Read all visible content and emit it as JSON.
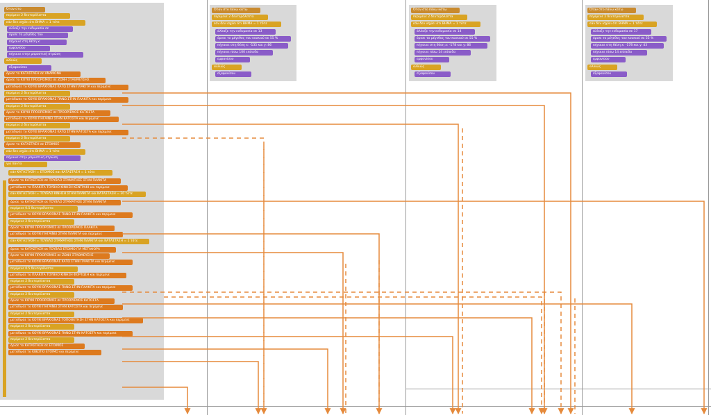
{
  "colors": {
    "wire": "#e58a3c",
    "events": "#c98a2e",
    "control": "#d9a323",
    "looks": "#8a5cc8",
    "data": "#dd7a1e",
    "operator": "#58a832",
    "panel": "#d9d9d9"
  },
  "main_script": {
    "rows": [
      {
        "label": "Όταν στο",
        "cat": "events"
      },
      {
        "label": "περίμενε 2 δευτερόλεπτα",
        "cat": "control"
      },
      {
        "label": "εάν δεν ισχύει ότι ΒΗΜΑ = 1 τότε",
        "cat": "control"
      },
      {
        "label": "άλλαξε την ενδυμασία σε",
        "cat": "looks"
      },
      {
        "label": "όρισε το μέγεθος του",
        "cat": "looks"
      },
      {
        "label": "πήγαινε στη θέση x:",
        "cat": "looks"
      },
      {
        "label": "εμφανίσου",
        "cat": "looks"
      },
      {
        "label": "πήγαινε στην μπροστινή στρώση",
        "cat": "looks"
      },
      {
        "label": "αλλιώς",
        "cat": "control"
      },
      {
        "label": "εξαφανίσου",
        "cat": "looks"
      },
      {
        "label": "όρισε το ΚΑΤΑΣΤΑΣΗ σε ΑΝΑΜΟΝΗ",
        "cat": "data"
      },
      {
        "label": "όρισε το ΚΟΥΚΙ ΠΡΟΟΡΙΣΜΟΣ σε ΖΩΝΗ ΣΤΑΘΜΕΥΣΗΣ",
        "cat": "data"
      },
      {
        "label": "μετάδωσε το ΚΟΥΚΙ ΒΡΑΧΙΟΝΑΣ ΚΑΤΩ ΣΤΗΝ ΠΛΑΚΙΤΑ και περίμενε",
        "cat": "data"
      },
      {
        "label": "περίμενε 2 δευτερόλεπτα",
        "cat": "control"
      },
      {
        "label": "μετάδωσε το ΚΟΥΚΙ ΒΡΑΧΙΟΝΑΣ ΠΑΝΩ ΣΤΗΝ ΠΛΑΚΙΤΑ και περίμενε",
        "cat": "data"
      },
      {
        "label": "περίμενε 2 δευτερόλεπτα",
        "cat": "control"
      },
      {
        "label": "όρισε το ΚΟΥΚΙ ΠΡΟΟΡΙΣΜΟΣ σε ΠΡΟΟΡΙΣΜΟΣ ΚΑΤΟΣΤΑ",
        "cat": "data"
      },
      {
        "label": "μετάδωσε το ΚΟΥΚΙ ΠΗΓΑΙΝΕΙ ΣΤΗΝ ΚΑΤΟΣΤΑ και περίμενε",
        "cat": "data"
      },
      {
        "label": "περίμενε 2 δευτερόλεπτα",
        "cat": "control"
      },
      {
        "label": "μετάδωσε το ΚΟΥΚΙ ΒΡΑΧΙΟΝΑΣ ΚΑΤΩ ΣΤΗΝ ΚΑΤΟΣΤΑ και περίμενε",
        "cat": "data"
      },
      {
        "label": "περίμενε 2 δευτερόλεπτα",
        "cat": "control"
      },
      {
        "label": "όρισε το ΚΑΤΑΣΤΑΣΗ σε ΕΤΟΙΜΟΣ",
        "cat": "data"
      },
      {
        "label": "εάν δεν ισχύει ότι ΒΗΜΑ = 1 τότε",
        "cat": "control"
      },
      {
        "label": "πήγαινε στην μπροστινή στρώση",
        "cat": "looks"
      },
      {
        "label": "για πάντα",
        "cat": "control"
      },
      {
        "label": "εάν ΚΑΤΑΣΤΑΣΗ = ΕΤΟΙΜΟΣ και ΚΑΤΑΣΤΑΣΗ = 1 τότε",
        "cat": "control"
      },
      {
        "label": "όρισε το ΚΑΤΑΣΤΑΣΗ σε ΤΟΥΒΛΟ ΣΤΑΜΑΤΗΣΕ ΣΤΗΝ ΠΛΑΚΙΤΑ",
        "cat": "data"
      },
      {
        "label": "μετάδωσε το ΠΛΑΚΙΤΑ ΤΟΥΒΛΟ ΚΙΝΗΣΗ ΚΕΝΤΡΑΚΙ και περίμενε",
        "cat": "data"
      },
      {
        "label": "εάν ΚΑΤΑΣΤΑΣΗ = ΤΟΥΒΛΟ ΚΙΝΗΣΗ ΣΤΗΝ ΠΛΑΚΙΤΑ και ΚΑΤΑΣΤΑΣΗ = 30 τότε",
        "cat": "control"
      },
      {
        "label": "όρισε το ΚΑΤΑΣΤΑΣΗ σε ΤΟΥΒΛΟ ΣΤΑΜΑΤΗΣΕ ΣΤΗΝ ΠΛΑΚΙΤΑ",
        "cat": "data"
      },
      {
        "label": "περίμενε 0.5 δευτερόλεπτα",
        "cat": "control"
      },
      {
        "label": "μετάδωσε το ΚΟΥΚΙ ΒΡΑΧΙΟΝΑΣ ΠΑΝΩ ΣΤΗΝ ΠΛΑΚΙΤΑ και περίμενε",
        "cat": "data"
      },
      {
        "label": "περίμενε 2 δευτερόλεπτα",
        "cat": "control"
      },
      {
        "label": "όρισε το ΚΟΥΚΙ ΠΡΟΟΡΙΣΜΟΣ σε ΠΡΟΟΡΙΣΜΟΣ ΠΛΑΚΙΤΑ",
        "cat": "data"
      },
      {
        "label": "μετάδωσε το ΚΟΥΚΙ ΠΗΓΑΙΝΕΙ ΣΤΗΝ ΠΛΑΚΙΤΑ και περίμενε",
        "cat": "data"
      },
      {
        "label": "εάν ΚΑΤΑΣΤΑΣΗ = ΤΟΥΒΛΟ ΣΤΑΜΑΤΗΣΕ ΣΤΗΝ ΠΛΑΚΙΤΑ και ΚΑΤΑΣΤΑΣΗ = 1 τότε",
        "cat": "control"
      },
      {
        "label": "όρισε το ΚΑΤΑΣΤΑΣΗ σε ΤΟΥΒΛΟ ΕΤΟΙΜΟ ΓΙΑ ΜΕΤΑΦΟΡΑ",
        "cat": "data"
      },
      {
        "label": "όρισε το ΚΟΥΚΙ ΠΡΟΟΡΙΣΜΟΣ σε ΖΩΝΗ ΣΤΑΘΜΕΥΣΗΣ",
        "cat": "data"
      },
      {
        "label": "μετάδωσε το ΚΟΥΚΙ ΒΡΑΧΙΟΝΑΣ ΚΑΤΩ ΣΤΗΝ ΠΛΑΚΙΤΑ και περίμενε",
        "cat": "data"
      },
      {
        "label": "περίμενε 0.5 δευτερόλεπτα",
        "cat": "control"
      },
      {
        "label": "μετάδωσε το ΠΛΑΚΙΤΑ ΤΟΥΒΛΟ ΚΙΝΗΣΗ ΦΟΡΤΩΣΗ και περίμενε",
        "cat": "data"
      },
      {
        "label": "περίμενε 2 δευτερόλεπτα",
        "cat": "control"
      },
      {
        "label": "μετάδωσε το ΚΟΥΚΙ ΒΡΑΧΙΟΝΑΣ ΠΑΝΩ ΣΤΗΝ ΠΛΑΚΙΤΑ και περίμενε",
        "cat": "data"
      },
      {
        "label": "περίμενε 2 δευτερόλεπτα",
        "cat": "control"
      },
      {
        "label": "όρισε το ΚΟΥΚΙ ΠΡΟΟΡΙΣΜΟΣ σε ΠΡΟΟΡΙΣΜΟΣ ΚΑΤΟΣΤΑ",
        "cat": "data"
      },
      {
        "label": "μετάδωσε το ΚΟΥΚΙ ΠΗΓΑΙΝΕΙ ΣΤΗΝ ΚΑΤΟΣΤΑ και περίμενε",
        "cat": "data"
      },
      {
        "label": "περίμενε 2 δευτερόλεπτα",
        "cat": "control"
      },
      {
        "label": "μετάδωσε το ΚΟΥΚΙ ΒΡΑΧΙΟΝΑΣ ΤΟΠΟΘΕΤΗΣΗ ΣΤΗΝ ΚΑΤΟΣΤΑ και περίμενε",
        "cat": "data"
      },
      {
        "label": "περίμενε 2 δευτερόλεπτα",
        "cat": "control"
      },
      {
        "label": "μετάδωσε το ΚΟΥΚΙ ΒΡΑΧΙΟΝΑΣ ΠΑΝΩ ΣΤΗΝ ΚΑΤΟΣΤΑ και περίμενε",
        "cat": "data"
      },
      {
        "label": "περίμενε 2 δευτερόλεπτα",
        "cat": "control"
      },
      {
        "label": "όρισε το ΚΑΤΑΣΤΑΣΗ σε ΕΤΟΙΜΟΣ",
        "cat": "data"
      },
      {
        "label": "μετάδωσε το ΚΙΒΩΤΙΟ ΕΤΟΙΜΟ και περίμενε",
        "cat": "data"
      }
    ]
  },
  "sprite_scripts": [
    {
      "rows": [
        {
          "label": "Όταν στο πάνω κάτω",
          "cat": "events"
        },
        {
          "label": "περίμενε 2 δευτερόλεπτα",
          "cat": "control"
        },
        {
          "label": "εάν δεν ισχύει ότι ΒΗΜΑ = 1 τότε",
          "cat": "control"
        },
        {
          "label": "άλλαξε την ενδυμασία σε 13",
          "cat": "looks"
        },
        {
          "label": "όρισε το μέγεθος του κουκιού σε 55 %",
          "cat": "looks"
        },
        {
          "label": "πήγαινε στη θέση x: -135 και y: 86",
          "cat": "looks"
        },
        {
          "label": "πήγαινε πίσω 100 επίπεδα",
          "cat": "looks"
        },
        {
          "label": "εμφανίσου",
          "cat": "looks"
        },
        {
          "label": "αλλιώς",
          "cat": "control"
        },
        {
          "label": "εξαφανίσου",
          "cat": "looks"
        }
      ]
    },
    {
      "rows": [
        {
          "label": "Όταν στο πάνω κάτω",
          "cat": "events"
        },
        {
          "label": "περίμενε 2 δευτερόλεπτα",
          "cat": "control"
        },
        {
          "label": "εάν δεν ισχύει ότι ΒΗΜΑ = 1 τότε",
          "cat": "control"
        },
        {
          "label": "άλλαξε την ενδυμασία σε 14",
          "cat": "looks"
        },
        {
          "label": "όρισε το μέγεθος του κουκιού σε 55 %",
          "cat": "looks"
        },
        {
          "label": "πήγαινε στη θέση x: -178 και y: 86",
          "cat": "looks"
        },
        {
          "label": "πήγαινε πίσω 14 επίπεδα",
          "cat": "looks"
        },
        {
          "label": "εμφανίσου",
          "cat": "looks"
        },
        {
          "label": "αλλιώς",
          "cat": "control"
        },
        {
          "label": "εξαφανίσου",
          "cat": "looks"
        }
      ]
    },
    {
      "rows": [
        {
          "label": "Όταν στο πάνω κάτω",
          "cat": "events"
        },
        {
          "label": "περίμενε 2 δευτερόλεπτα",
          "cat": "control"
        },
        {
          "label": "εάν δεν ισχύει ότι ΒΗΜΑ = 1 τότε",
          "cat": "control"
        },
        {
          "label": "άλλαξε την ενδυμασία σε 17",
          "cat": "looks"
        },
        {
          "label": "όρισε το μέγεθος του κουκιού σε 55 %",
          "cat": "looks"
        },
        {
          "label": "πήγαινε στη θέση x: -178 και y: 43",
          "cat": "looks"
        },
        {
          "label": "πήγαινε πίσω 14 επίπεδα",
          "cat": "looks"
        },
        {
          "label": "εμφανίσου",
          "cat": "looks"
        },
        {
          "label": "αλλιώς",
          "cat": "control"
        },
        {
          "label": "εξαφανίσου",
          "cat": "looks"
        }
      ]
    }
  ]
}
